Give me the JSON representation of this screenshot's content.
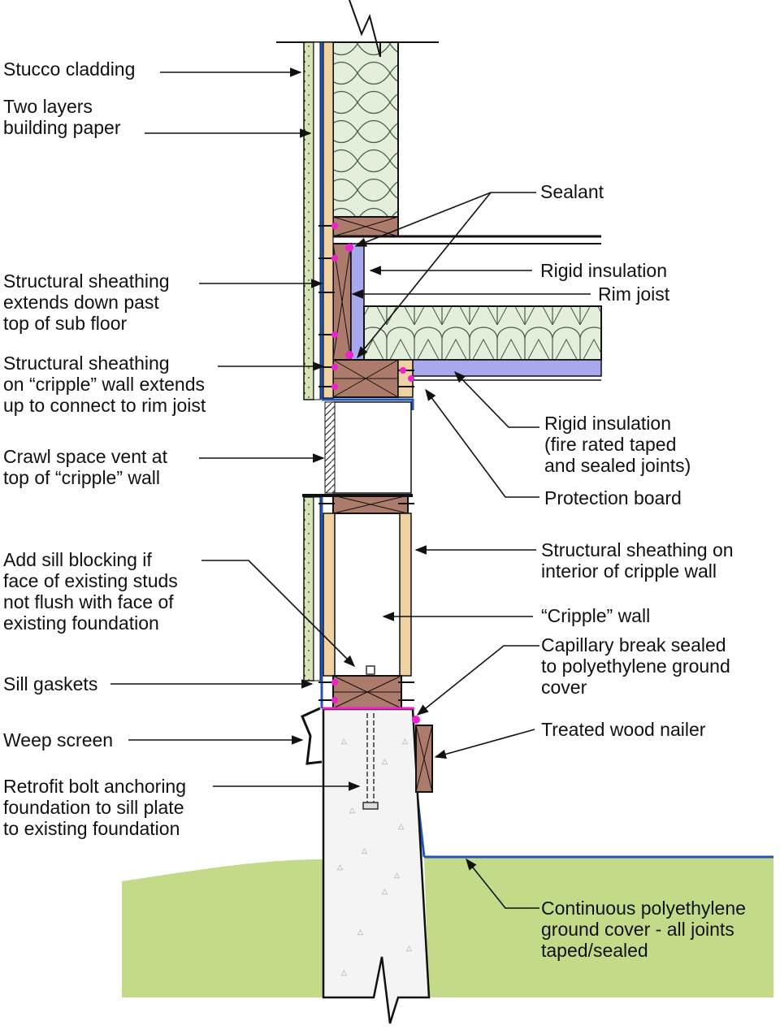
{
  "colors": {
    "insulation": "#e3eedb",
    "wood": "#ad7b6c",
    "stud": "#f0d2a2",
    "rigid_insulation": "#a8a8ee",
    "sealant": "#ee22cc",
    "ground": "#c3db88",
    "concrete": "#f4f4f4",
    "poly_blue": "#2255bb",
    "stucco": "#d8e4b8"
  },
  "labels": {
    "stucco_cladding": [
      "Stucco cladding"
    ],
    "building_paper": [
      "Two layers",
      "building paper"
    ],
    "sheathing_past_subfloor": [
      "Structural sheathing",
      "extends down past",
      "top of sub floor"
    ],
    "sheathing_cripple": [
      "Structural sheathing",
      "on “cripple” wall extends",
      "up to connect to rim joist"
    ],
    "crawl_vent": [
      "Crawl space vent at",
      "top of “cripple” wall"
    ],
    "sill_blocking": [
      "Add sill blocking if",
      "face of existing studs",
      "not flush with face of",
      "existing foundation"
    ],
    "sill_gaskets": [
      "Sill gaskets"
    ],
    "weep_screen": [
      "Weep screen"
    ],
    "retrofit_bolt": [
      "Retrofit bolt anchoring",
      "foundation to sill plate",
      "to existing foundation"
    ],
    "sealant": [
      "Sealant"
    ],
    "rigid_insulation_top": [
      "Rigid insulation"
    ],
    "rim_joist": [
      "Rim joist"
    ],
    "rigid_insulation_fire": [
      "Rigid insulation",
      "(fire rated taped",
      "and sealed joints)"
    ],
    "protection_board": [
      "Protection board"
    ],
    "sheathing_interior": [
      "Structural sheathing on",
      "interior of cripple wall"
    ],
    "cripple_wall": [
      "“Cripple” wall"
    ],
    "capillary_break": [
      "Capillary break sealed",
      "to polyethylene ground",
      "cover"
    ],
    "treated_nailer": [
      "Treated wood nailer"
    ],
    "poly_ground_cover": [
      "Continuous polyethylene",
      "ground cover - all joints",
      "taped/sealed"
    ]
  }
}
